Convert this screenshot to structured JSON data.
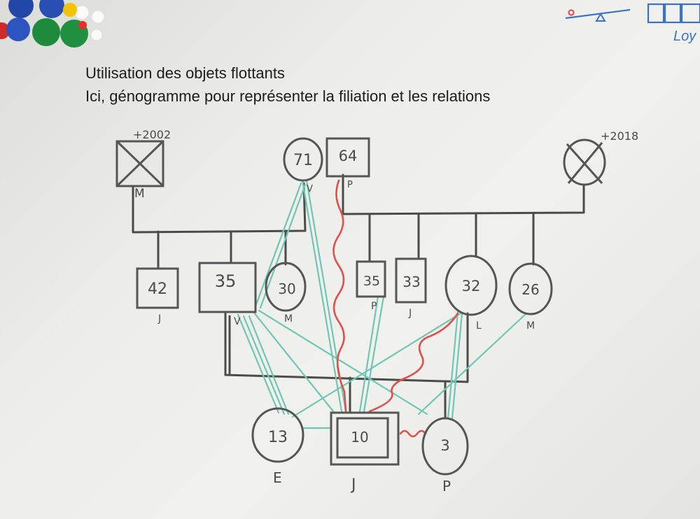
{
  "captions": {
    "line1": "Utilisation des objets flottants",
    "line2": "Ici, génogramme pour représenter la filiation et les relations"
  },
  "colors": {
    "ink": "#4b4b4b",
    "teal_relation": "#6fc6b4",
    "red_relation": "#e0504d",
    "board": "#ececea"
  },
  "corner_label": "Loy",
  "death_notes": {
    "left": "+2002",
    "right": "+2018"
  },
  "persons": {
    "grandfather_left": {
      "initial": "M"
    },
    "grandmother": {
      "age": "71",
      "initial": "V"
    },
    "grandfather_right": {
      "age": "64",
      "initial": "P"
    },
    "aunt_42": {
      "age": "42",
      "initial": "J"
    },
    "father_35": {
      "age": "35",
      "initial": "V"
    },
    "aunt_30": {
      "age": "30",
      "initial": "M"
    },
    "uncle_35": {
      "age": "35",
      "initial": "P"
    },
    "uncle_33": {
      "age": "33",
      "initial": "J"
    },
    "mother_32": {
      "age": "32",
      "initial": "L"
    },
    "aunt_26": {
      "age": "26",
      "initial": "M"
    },
    "child_13": {
      "age": "13",
      "initial": "E"
    },
    "child_10": {
      "age": "10",
      "initial": "J"
    },
    "child_3": {
      "age": "3",
      "initial": "P"
    }
  }
}
